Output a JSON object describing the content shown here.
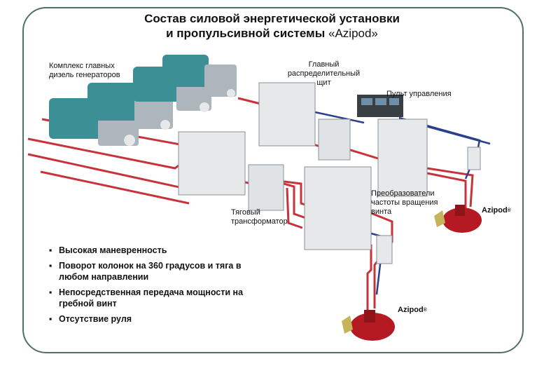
{
  "title": {
    "line1": "Состав силовой энергетической установки",
    "line2_bold": "и пропульсивной системы",
    "line2_normal": "«Azipod»"
  },
  "labels": {
    "generators": "Комплекс главных дизель генераторов",
    "main_switchboard": "Главный распределительный щит",
    "control_panel": "Пульт управления",
    "traction_transformer": "Тяговый трансформатор",
    "converters": "Преобразователи частоты вращения винта",
    "azipod_right": "Azipod",
    "azipod_right_mark": "®",
    "azipod_bottom": "Azipod",
    "azipod_bottom_mark": "®"
  },
  "bullets": [
    "Высокая маневренность",
    "Поворот колонок на 360 градусов и тяга в любом направлении",
    "Непосредственная передача мощности на гребной винт",
    "Отсутствие руля"
  ],
  "bullet_marker": "▪",
  "colors": {
    "frame": "#4f6f69",
    "power_cable": "#c8323a",
    "control_cable": "#2a3f8f",
    "generator": "#3d8f96",
    "motor_housing": "#aeb6bd",
    "cabinet": "#e6e8ea",
    "pod": "#b51a22"
  }
}
